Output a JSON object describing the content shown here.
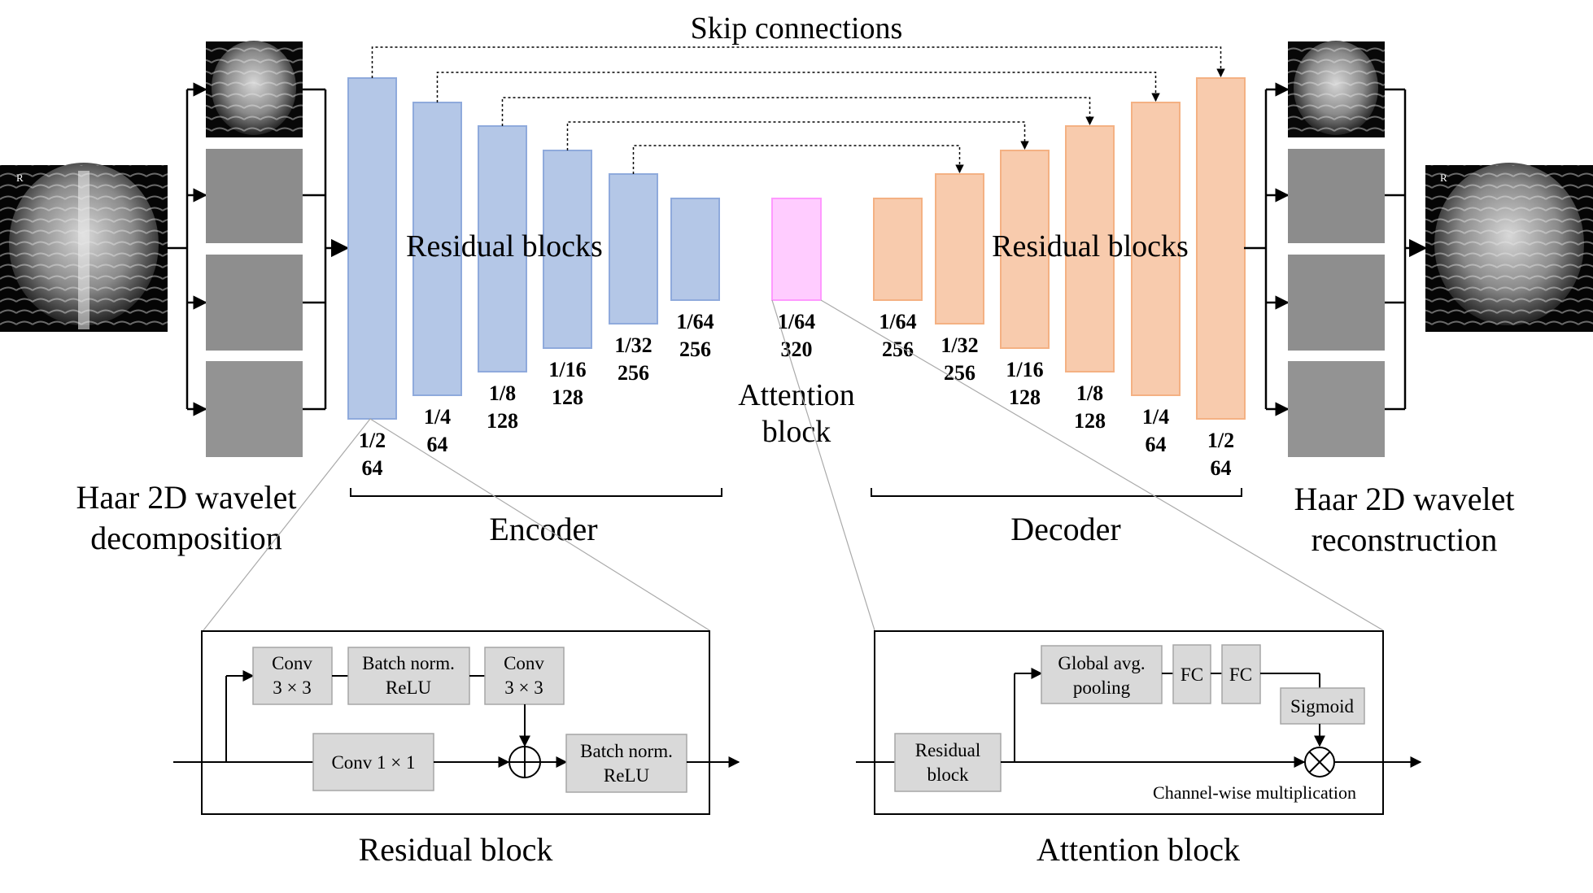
{
  "colors": {
    "encoder_fill": "#b4c7e7",
    "encoder_stroke": "#8faadc",
    "decoder_fill": "#f8cbad",
    "decoder_stroke": "#f4b183",
    "attention_fill": "#ffccff",
    "attention_stroke": "#ff99ff",
    "module_fill": "#d9d9d9",
    "module_stroke": "#a6a6a6"
  },
  "title": {
    "skip": "Skip connections"
  },
  "wavelet": {
    "decomposition": [
      "Haar 2D wavelet",
      "decomposition"
    ],
    "reconstruction": [
      "Haar 2D wavelet",
      "reconstruction"
    ]
  },
  "encoder": {
    "label": "Encoder",
    "residual_label": "Residual blocks",
    "blocks": [
      {
        "scale": "1/2",
        "channels": "64"
      },
      {
        "scale": "1/4",
        "channels": "64"
      },
      {
        "scale": "1/8",
        "channels": "128"
      },
      {
        "scale": "1/16",
        "channels": "128"
      },
      {
        "scale": "1/32",
        "channels": "256"
      },
      {
        "scale": "1/64",
        "channels": "256"
      }
    ]
  },
  "attention": {
    "scale": "1/64",
    "channels": "320",
    "label": [
      "Attention",
      "block"
    ]
  },
  "decoder": {
    "label": "Decoder",
    "residual_label": "Residual blocks",
    "blocks": [
      {
        "scale": "1/64",
        "channels": "256"
      },
      {
        "scale": "1/32",
        "channels": "256"
      },
      {
        "scale": "1/16",
        "channels": "128"
      },
      {
        "scale": "1/8",
        "channels": "128"
      },
      {
        "scale": "1/4",
        "channels": "64"
      },
      {
        "scale": "1/2",
        "channels": "64"
      }
    ]
  },
  "residual_block": {
    "title": "Residual block",
    "conv_a": [
      "Conv",
      "3 × 3"
    ],
    "bn_relu_a": [
      "Batch norm.",
      "ReLU"
    ],
    "conv_b": [
      "Conv",
      "3 × 3"
    ],
    "conv_1x1": "Conv 1 × 1",
    "bn_relu_b": [
      "Batch norm.",
      "ReLU"
    ]
  },
  "attention_block": {
    "title": "Attention block",
    "residual": [
      "Residual",
      "block"
    ],
    "gap": [
      "Global avg.",
      "pooling"
    ],
    "fc1": "FC",
    "fc2": "FC",
    "sigmoid": "Sigmoid",
    "multiply_note": "Channel-wise multiplication"
  },
  "images": {
    "input_marker": "R",
    "output_marker": "R"
  }
}
